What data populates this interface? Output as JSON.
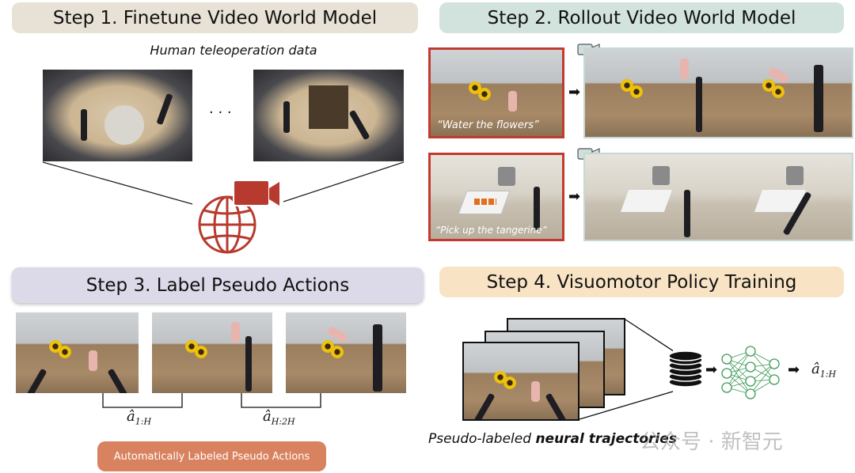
{
  "step1": {
    "title": "Step 1. Finetune Video World Model",
    "subtitle": "Human teleoperation data",
    "ellipsis": "· · ·"
  },
  "step2": {
    "title": "Step 2. Rollout Video World Model",
    "prompts": [
      "“Water the flowers”",
      "“Pick up the tangerine”"
    ]
  },
  "step3": {
    "title": "Step 3. Label Pseudo Actions",
    "labels": [
      {
        "base": "â",
        "sub": "1:H"
      },
      {
        "base": "â",
        "sub": "H:2H"
      }
    ],
    "button": "Automatically Labeled Pseudo Actions"
  },
  "step4": {
    "title": "Step 4. Visuomotor Policy Training",
    "output": {
      "base": "â",
      "sub": "1:H"
    },
    "caption_plain": "Pseudo-labeled ",
    "caption_bold": "neural trajectories"
  },
  "watermark": "公众号 · 新智元",
  "colors": {
    "step1": "#e8e1d6",
    "step2": "#d2e3de",
    "step3": "#dcdae9",
    "step4": "#f8e4c4",
    "accent_red": "#b83a2e",
    "button": "#d9825f",
    "network": "#3f9a57"
  }
}
